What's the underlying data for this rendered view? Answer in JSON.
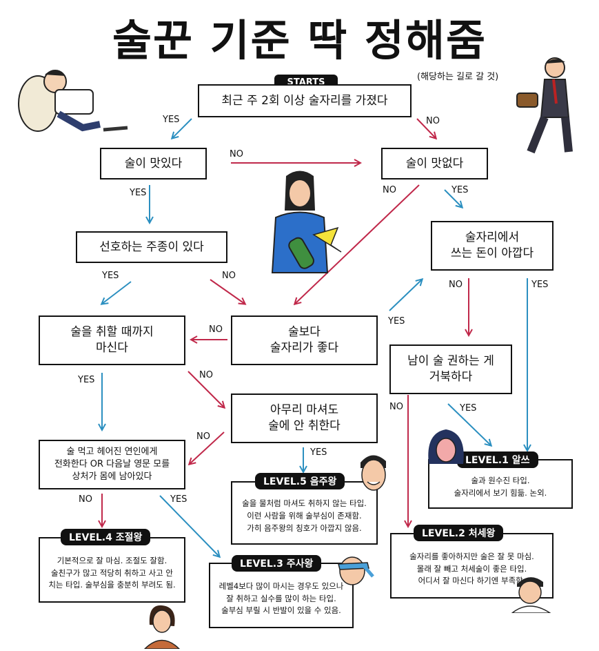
{
  "title": "술꾼 기준 딱 정해줌",
  "subtitle": "(해당하는 길로 갈 것)",
  "start_label": "STARTS",
  "nodes": {
    "q1": "최근 주 2회 이상 술자리를 가졌다",
    "tasty": "술이 맛있다",
    "not_tasty": "술이 맛없다",
    "preferred": "선호하는 주종이 있다",
    "money": "술자리에서\n쓰는 돈이 아깝다",
    "drink_till_drunk": "술을 취할 때까지\n마신다",
    "place_over_drink": "술보다\n술자리가 좋다",
    "refuse": "남이 술 권하는 게\n거북하다",
    "never_drunk": "아무리 마셔도\n술에 안 취한다",
    "ex_call": "술 먹고 헤어진 연인에게\n전화한다 OR 다음날 영문 모를\n상처가 몸에 남아있다"
  },
  "edge_labels": {
    "yes": "YES",
    "no": "NO"
  },
  "levels": [
    {
      "tag": "LEVEL.1 알쓰",
      "desc": "술과 원수진 타입.\n술자리에서 보기 힘듦. 논외."
    },
    {
      "tag": "LEVEL.2 처세왕",
      "desc": "술자리를 좋아하지만 술은 잘 못 마심.\n몰래 잘 빼고 처세술이 좋은 타입.\n어디서 잘 마신다 하기엔 부족함."
    },
    {
      "tag": "LEVEL.3 주사왕",
      "desc": "레벨4보다 많이 마시는 경우도 있으나\n잘 취하고 실수를 많이 하는 타입.\n술부심 부릴 시 반발이 있을 수 있음."
    },
    {
      "tag": "LEVEL.4 조절왕",
      "desc": "기본적으로 잘 마심. 조절도 잘함.\n술친구가 많고 적당히 취하고 사고 안\n치는 타입. 술부심을 충분히 부려도 됨."
    },
    {
      "tag": "LEVEL.5 음주왕",
      "desc": "술을 물처럼 마셔도 취하지 않는 타입.\n이런 사람을 위해 술부심이 존재함.\n가히 음주왕의 칭호가 아깝지 않음."
    }
  ],
  "colors": {
    "yes_arrow": "#2b8fc0",
    "no_arrow": "#c0284a",
    "box_border": "#111111",
    "tag_bg": "#111111"
  }
}
